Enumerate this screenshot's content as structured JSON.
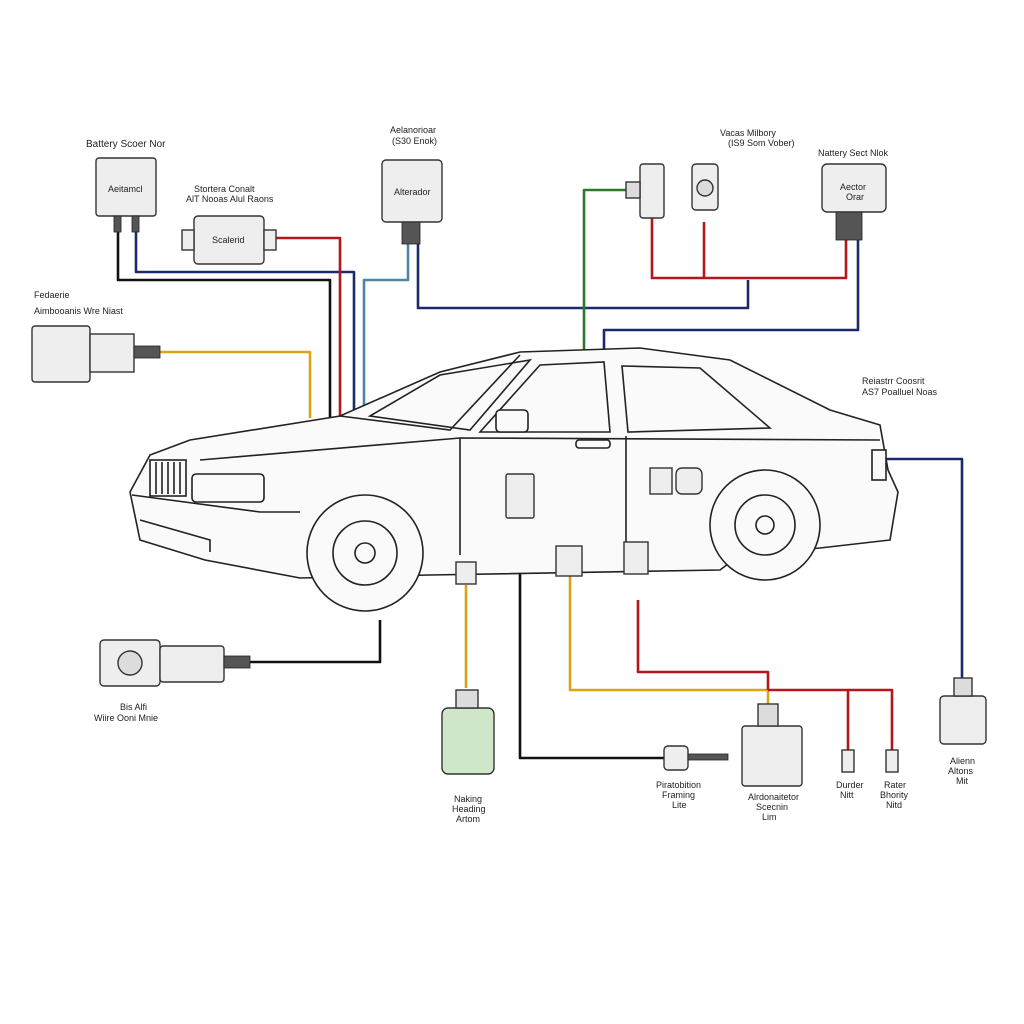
{
  "colors": {
    "wire_black": "#111111",
    "wire_red": "#b3161b",
    "wire_blue": "#1b2a6b",
    "wire_lightblue": "#4f86a6",
    "wire_green": "#2a7a2a",
    "wire_yellow": "#d9a514",
    "fluid_green": "#cfe6c8"
  },
  "labels": {
    "battery_sensor": "Battery Scoer Nor",
    "battery_box": "Aeitamcl",
    "starter_title": "Stortera Conalt",
    "starter_sub": "AlT Nooas Alul Raons",
    "starter_box": "Scalerid",
    "alternator_title": "Aelanorioar",
    "alternator_sub": "(S30 Enok)",
    "alternator_box": "Alterador",
    "relay_title": "Vacas Milbory",
    "relay_sub": "(IS9 Som Vober)",
    "right_title": "Nattery Sect Nlok",
    "right_box_line1": "Aector",
    "right_box_line2": "Orar",
    "left_title": "Fedaerie",
    "left_sub": "Aimbooanis Wre Niast",
    "rear_title": "Reiastrr Coosrit",
    "rear_sub": "AS7 Poalluel Noas",
    "sensor_title": "Bis Alfi",
    "sensor_sub": "Wiire Ooni Mnie",
    "fluid_line1": "Naking",
    "fluid_line2": "Heading",
    "fluid_line3": "Artom",
    "ground_line1": "Piratobition",
    "ground_line2": "Framing",
    "ground_line3": "Lite",
    "module_line1": "Alrdonaitetor",
    "module_line2": "Scecnin",
    "module_line3": "Lim",
    "fuse1_line1": "Durder",
    "fuse1_line2": "Nitt",
    "fuse2_line1": "Rater",
    "fuse2_line2": "Bhority",
    "fuse2_line3": "Nitd",
    "relay_br_line1": "Alienn",
    "relay_br_line2": "Altons",
    "relay_br_line3": "Mit"
  },
  "icons": {
    "battery": "battery-icon",
    "starter": "starter-motor-icon",
    "alternator": "alternator-icon",
    "relay": "relay-icon",
    "sensor": "sensor-icon",
    "fuse": "fuse-icon",
    "ground": "ground-connector-icon"
  }
}
